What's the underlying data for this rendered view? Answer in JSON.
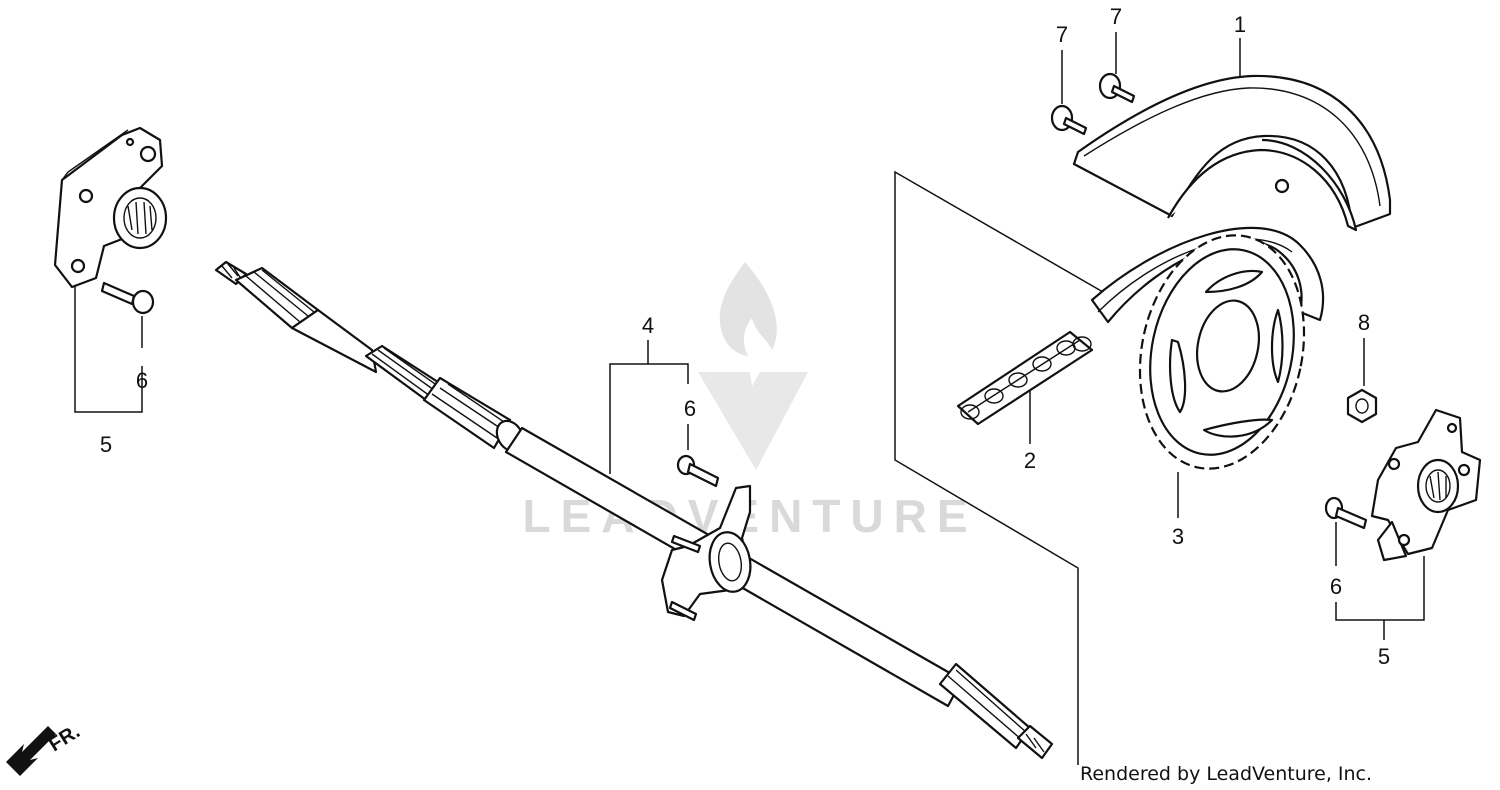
{
  "diagram": {
    "callouts": {
      "c1": "1",
      "c2": "2",
      "c3": "3",
      "c4": "4",
      "c5_left": "5",
      "c5_right": "5",
      "c6_left": "6",
      "c6_mid": "6",
      "c6_right": "6",
      "c7_a": "7",
      "c7_b": "7",
      "c8": "8"
    },
    "direction_label": "FR.",
    "watermark": "LEADVENTURE",
    "credit": "Rendered by LeadVenture, Inc."
  },
  "icons": {
    "direction_arrow": "arrow-down-left-icon",
    "watermark_logo": "flame-v-logo-icon"
  }
}
